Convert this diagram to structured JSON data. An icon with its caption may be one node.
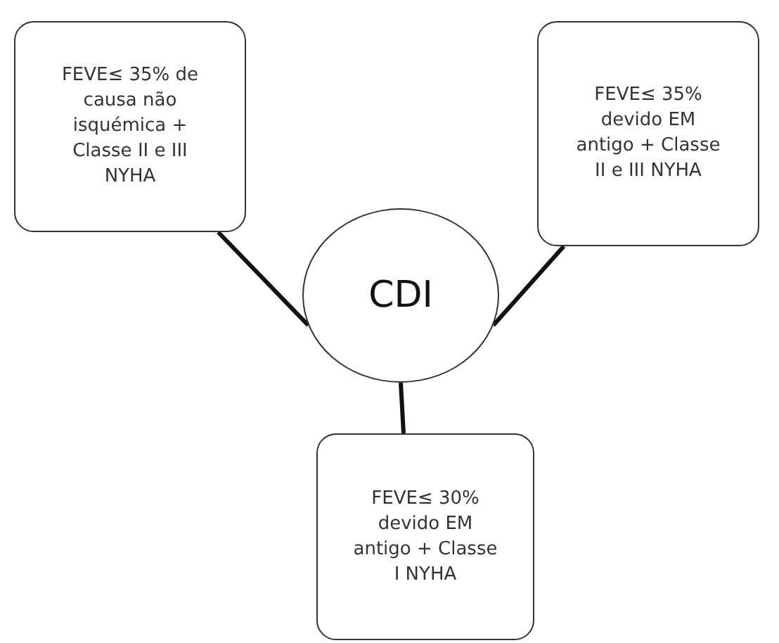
{
  "diagram": {
    "nodes": [
      {
        "text": [
          "FEVE≤ 35% de causa não isquémica + Classe II e III NYHA"
        ]
      },
      {
        "text": [
          "FEVE≤ 35% devido EM antigo + Classe II e III NYHA"
        ]
      },
      {
        "text": [
          "CDI"
        ]
      },
      {
        "text": [
          "FEVE≤ 30% devido EM antigo + Classe I NYHA"
        ]
      }
    ],
    "edges": [
      {
        "from": 0,
        "to": 2,
        "arrow": "none"
      },
      {
        "from": 2,
        "to": 1,
        "arrow": "none"
      },
      {
        "from": 2,
        "to": 3,
        "arrow": "none"
      }
    ]
  }
}
